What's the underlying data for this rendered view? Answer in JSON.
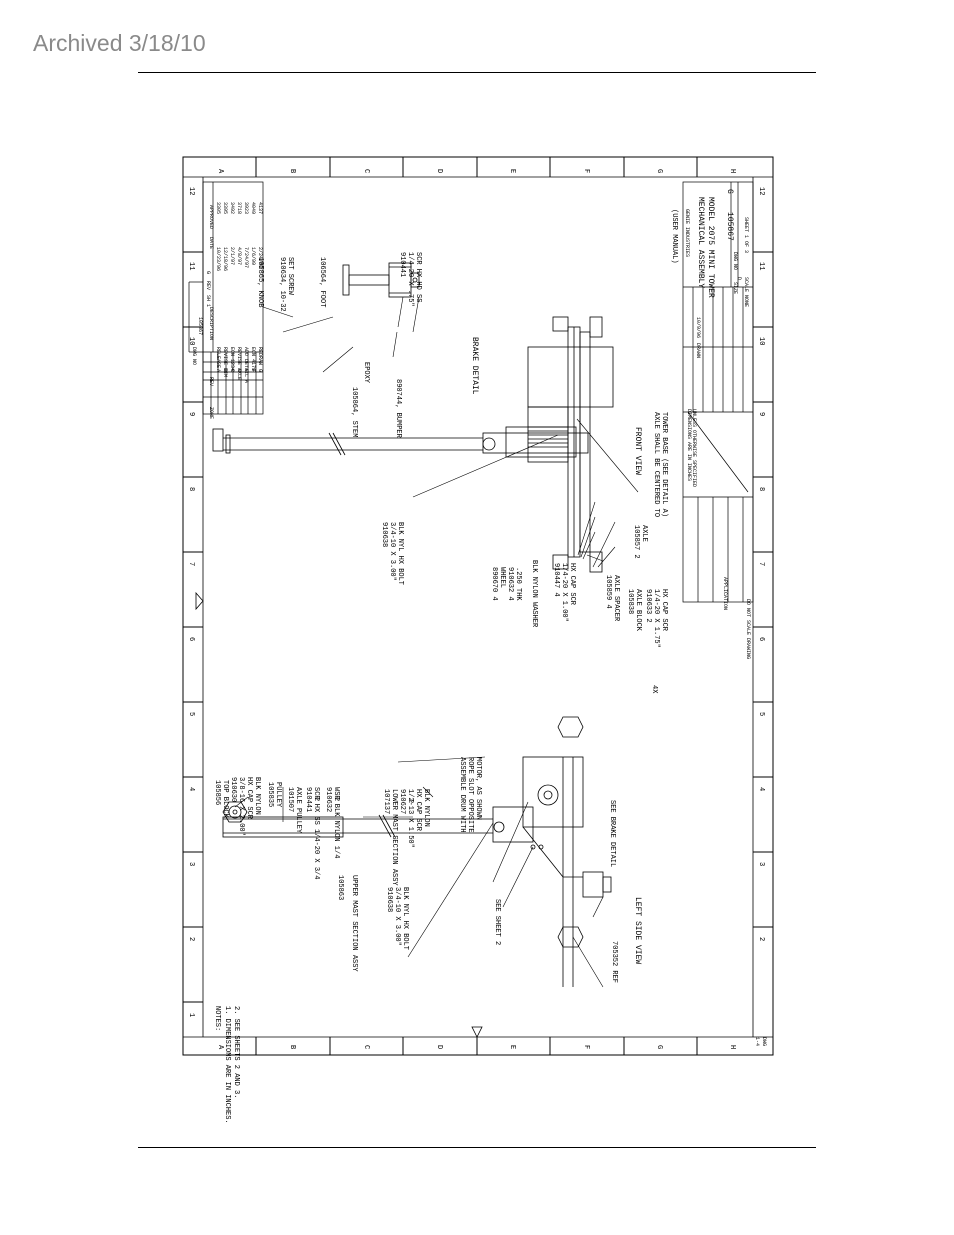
{
  "page": {
    "header_text": "Archived 3/18/10"
  },
  "drawing": {
    "zone_letters": [
      "A",
      "B",
      "C",
      "D",
      "E",
      "F",
      "G",
      "H"
    ],
    "zone_numbers": [
      "1",
      "2",
      "3",
      "4",
      "5",
      "6",
      "7",
      "8",
      "9",
      "10",
      "11",
      "12"
    ],
    "notes": {
      "heading": "NOTES:",
      "items": [
        "1. DIMENSIONS ARE IN INCHES.",
        "2. SEE SHEETS 2 AND 3."
      ]
    },
    "views": {
      "left_side": "LEFT SIDE VIEW",
      "front": "FRONT VIEW",
      "brake_detail": "BRAKE DETAIL"
    },
    "left_callouts": {
      "top_block": [
        "105856",
        "TOP BLOCK"
      ],
      "top_block_screw": [
        "910630",
        "3/8-16 X 2.00\"",
        "HX CAP SCR",
        "BLK NYLON"
      ],
      "pulley": [
        "105835",
        "PULLEY"
      ],
      "axle_pulley": [
        "101507",
        "AXLE PULLEY"
      ],
      "pulley_screw": [
        "2",
        "910441",
        "SCR HX SS 1/4-20 X 3/4"
      ],
      "pulley_washer": [
        "2",
        "910632",
        "WSR BLK NYLON 1/4"
      ],
      "lower_mast": [
        "107137",
        "LOWER MAST SECTION ASSY"
      ],
      "lower_mast_screw": [
        "910627",
        "2",
        "1/2-13 X 1.50\"",
        "HX CAP SCR",
        "BLK NYLON"
      ],
      "drum_note": [
        "ASSEMBLE DRUM WITH",
        "ROPE SLOT OPPOSITE",
        "MOTOR, AS SHOWN"
      ],
      "upper_mast": [
        "105863",
        "UPPER MAST SECTION ASSY"
      ],
      "bolt_left": [
        "910638",
        "3/4-10 X 3.00\"",
        "BLK NYL HX BOLT"
      ],
      "see_sheet": "SEE SHEET 2",
      "see_brake": "SEE BRAKE DETAIL",
      "ref": "705352 REF"
    },
    "front_callouts": {
      "bolt_front": [
        "910638",
        "3/4-10 X 3.00\"",
        "BLK NYL HX BOLT"
      ],
      "wheel": [
        "890670 4",
        "WHEEL",
        "910632 4",
        ".250 THK",
        "BLK NYLON WASHER"
      ],
      "cap_screw": [
        "910447 4",
        "1/4-20 X 1.00\"",
        "HX CAP SCR"
      ],
      "axle_spacer": [
        "105859 4",
        "AXLE SPACER"
      ],
      "axle": [
        "105857 2",
        "AXLE"
      ],
      "axle_block": [
        "4X",
        "105838",
        "AXLE BLOCK",
        "910633 2",
        "1/4-20 X 1.75\"",
        "HX CAP SCR"
      ],
      "axle_note": [
        "AXLE SHALL BE CENTERED TO",
        "TOWER BASE (SEE DETAIL A)"
      ]
    },
    "brake_callouts": {
      "knob": [
        "105865, KNOB",
        "910634, 10-32",
        "SET SCREW"
      ],
      "foot": "106564, FOOT",
      "screw": [
        "910441",
        "1/4-20 X .75\"",
        "SCR HX HD SS"
      ],
      "stem": "105864, STEM",
      "epoxy": "EPOXY",
      "bumper": "890744, BUMPER"
    },
    "revision_block": {
      "header": [
        "ZONE",
        "REV",
        "DESCRIPTION",
        "DATE",
        "APPROVED"
      ],
      "dwg_no_label": "DWG NO",
      "dwg_no": "105867",
      "sheet_label": "SH 1",
      "rev_label": "REV",
      "rev": "G",
      "rows": [
        [
          "A",
          "RELEASE",
          "10/23/96",
          "3305"
        ],
        [
          "B",
          "REVISE DIM",
          "12/18/96",
          "3395"
        ],
        [
          "C",
          "ECN 1234",
          "2/1/97",
          "3492"
        ],
        [
          "D",
          "REVISE AXLE",
          "4/8/97",
          "3718"
        ],
        [
          "E",
          "ADD DETAIL A",
          "7/24/97",
          "3923"
        ],
        [
          "F",
          "ECN 4178",
          "1/6/99",
          "4049"
        ],
        [
          "G",
          "REDRAW",
          "2/24/00",
          "4137"
        ]
      ]
    },
    "title_block": {
      "note": "(USER MANUAL)",
      "company": "GENIE INDUSTRIES",
      "title": [
        "MECHANICAL ASSEMBLY",
        "MODEL 2075 MINI TOWER"
      ],
      "size_label": "SIZE",
      "size": "D",
      "dwg_label": "DWG NO",
      "dwg_no": "105867",
      "rev": "G",
      "scale_label": "SCALE NONE",
      "sheet": "SHEET 1 OF 3",
      "application_label": "APPLICATION",
      "do_not_scale": "DO NOT SCALE DRAWING",
      "drawn_label": "DRAWN",
      "drawn_date": "10/9/96",
      "tolerance_text": [
        "DIMENSIONS ARE IN INCHES",
        "UNLESS OTHERWISE SPECIFIED"
      ]
    },
    "corner_tag": [
      "1-4",
      "DWG"
    ]
  }
}
